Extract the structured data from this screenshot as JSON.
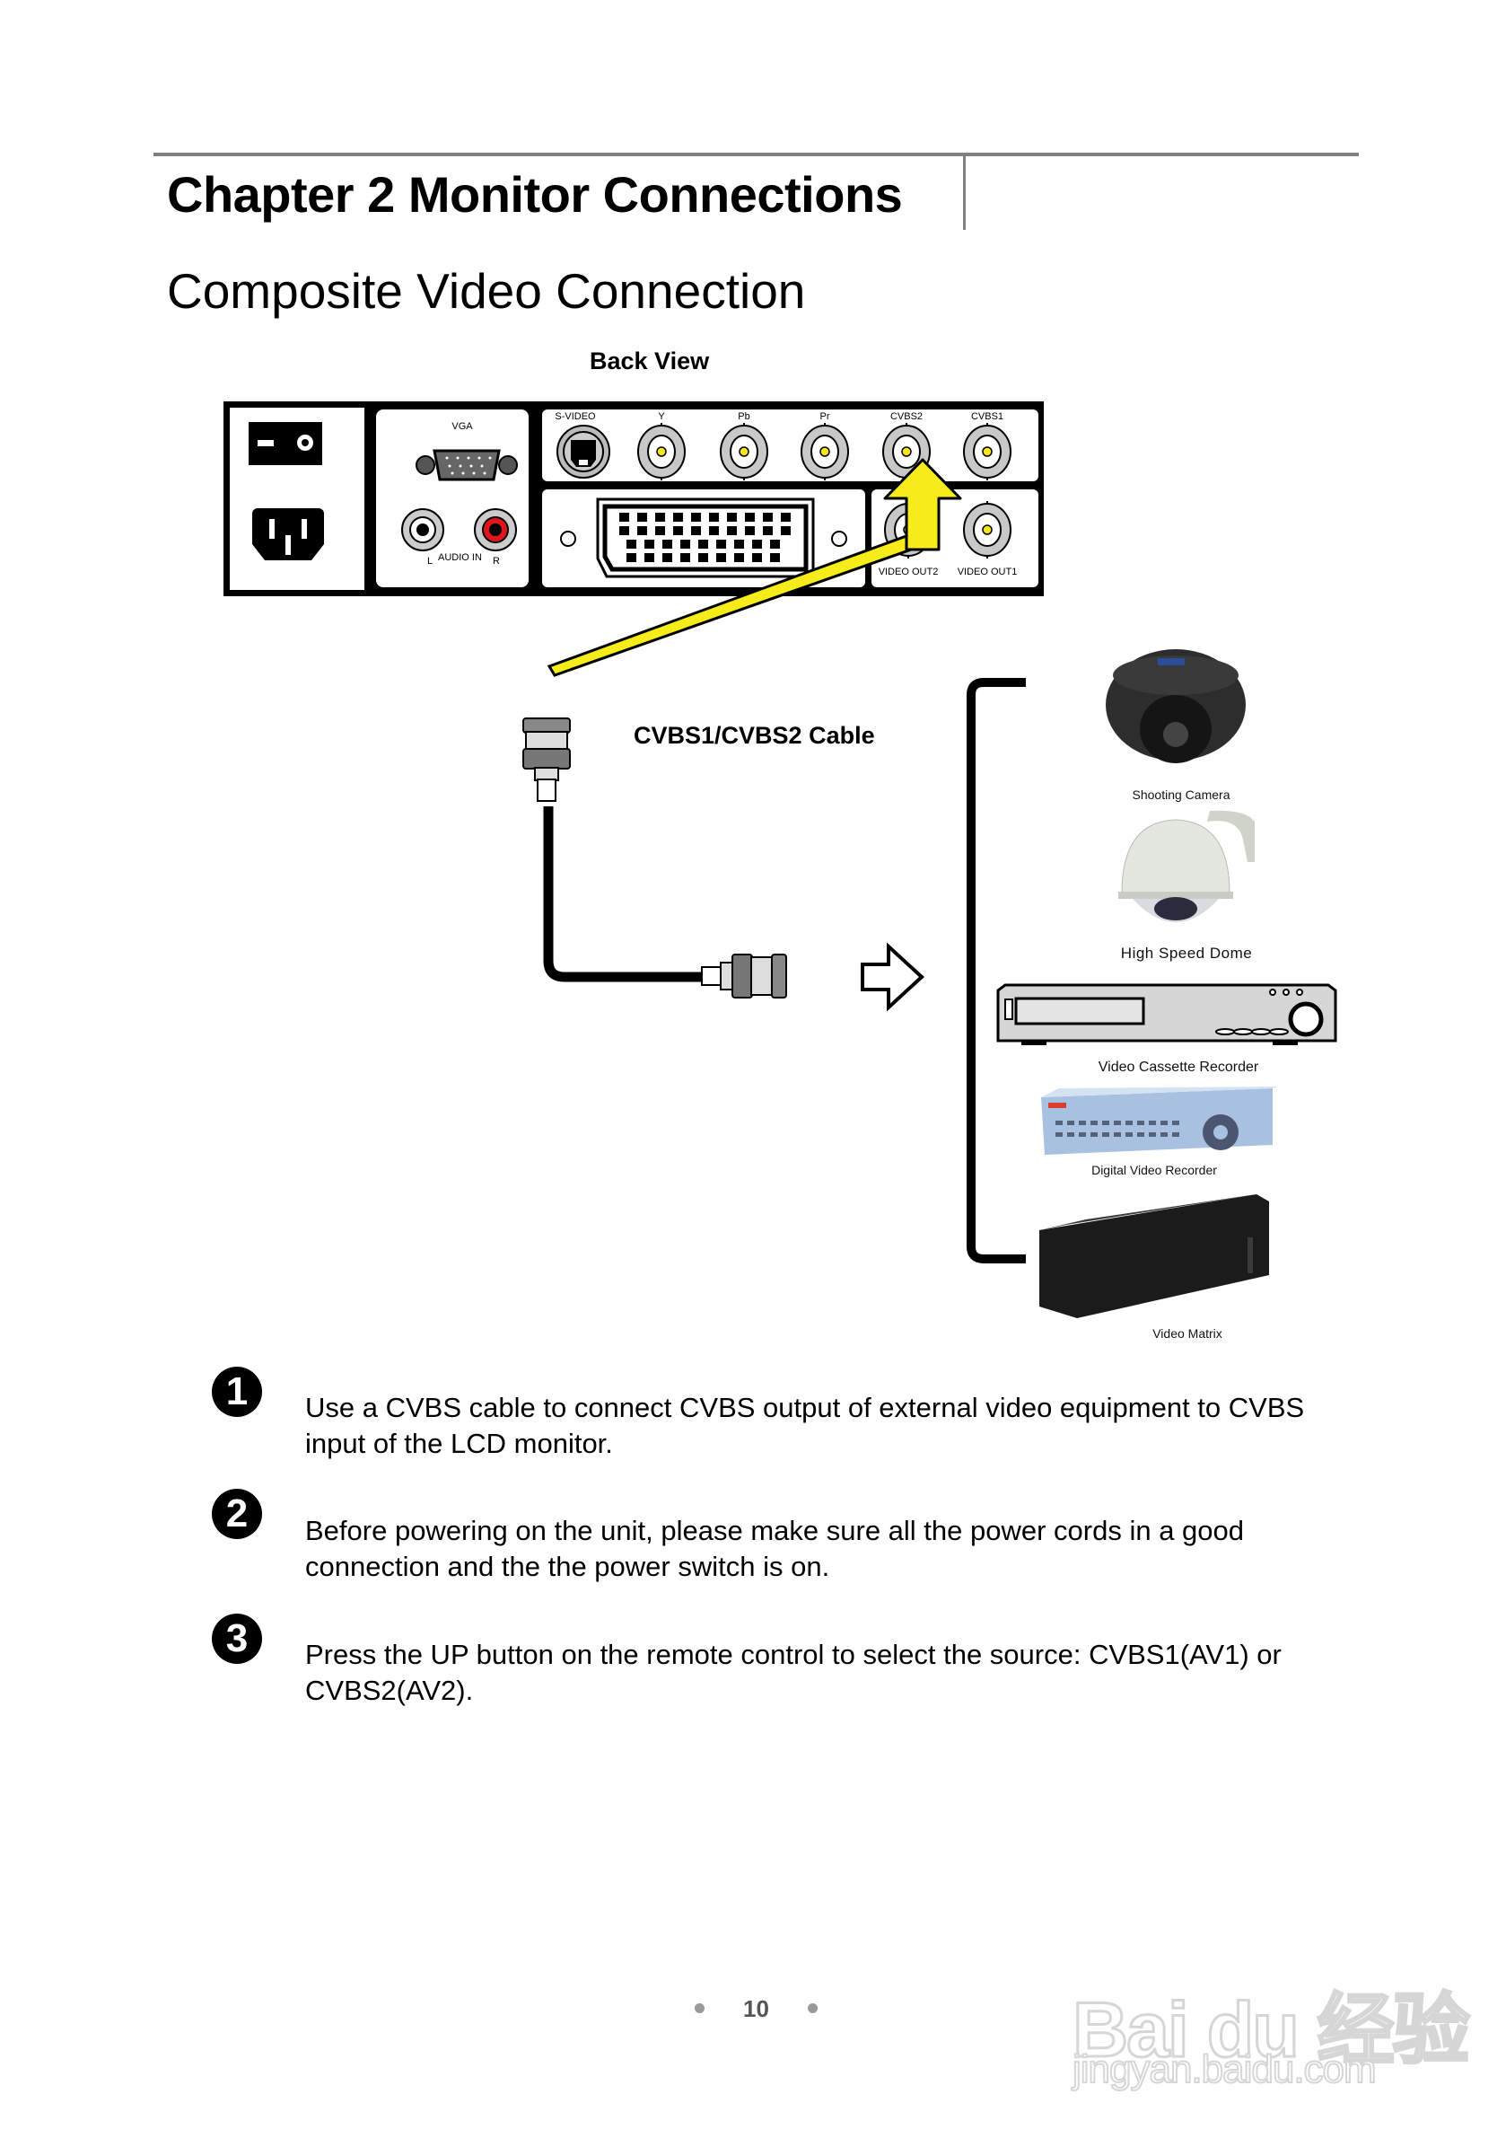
{
  "header": {
    "chapter_title": "Chapter 2  Monitor Connections",
    "section_title": "Composite Video Connection"
  },
  "diagram": {
    "back_view_label": "Back View",
    "panel": {
      "vga_label": "VGA",
      "audio_left": "L",
      "audio_label": "AUDIO IN",
      "audio_right": "R",
      "inputs": [
        "S-VIDEO",
        "Y",
        "Pb",
        "Pr",
        "CVBS2",
        "CVBS1"
      ],
      "outputs": [
        "VIDEO OUT2",
        "VIDEO OUT1"
      ]
    },
    "cable_label": "CVBS1/CVBS2 Cable",
    "arrow_color": "#f5ec1a",
    "devices": [
      {
        "label": "Shooting Camera"
      },
      {
        "label": "High Speed Dome"
      },
      {
        "label": "Video Cassette Recorder"
      },
      {
        "label": "Digital Video Recorder"
      },
      {
        "label": "Video Matrix"
      }
    ]
  },
  "steps": [
    {
      "number": "1",
      "icon": "circled-number-1",
      "text": "Use a CVBS cable to connect CVBS output of external video equipment to CVBS input of the LCD monitor."
    },
    {
      "number": "2",
      "icon": "circled-number-2",
      "text": "Before powering on the unit, please make sure all the power cords in a good connection and the the power switch is on."
    },
    {
      "number": "3",
      "icon": "circled-number-3",
      "text": "Press the UP button on the remote control to select the source: CVBS1(AV1) or CVBS2(AV2)."
    }
  ],
  "footer": {
    "page_number": "10",
    "watermark_main": "Bai du 经验",
    "watermark_sub": "jingyan.baidu.com"
  }
}
